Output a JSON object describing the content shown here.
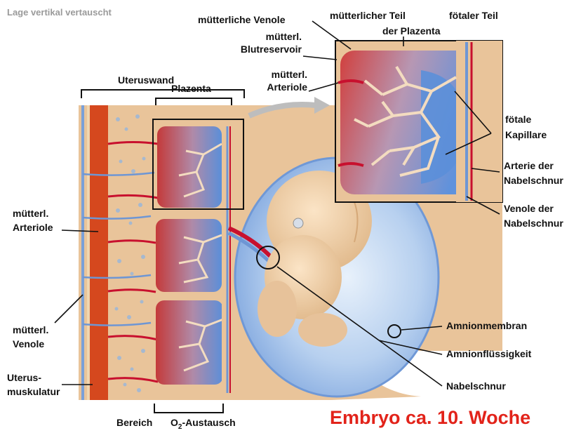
{
  "note": "Lage vertikal vertauscht",
  "title": "Embryo ca. 10. Woche",
  "colors": {
    "maternal_red": "#c8102e",
    "fetal_blue": "#5b8fd9",
    "tissue": "#e9c49a",
    "uterus_muscle": "#d5481e",
    "title_red": "#e2231a"
  },
  "labels": {
    "muetterliche_venole": "mütterliche Venole",
    "muetterl_blutreservoir_1": "mütterl.",
    "muetterl_blutreservoir_2": "Blutreservoir",
    "muetterl_arteriole_top_1": "mütterl.",
    "muetterl_arteriole_top_2": "Arteriole",
    "muetterlicher_teil_1": "mütterlicher Teil",
    "muetterlicher_teil_2": "der Plazenta",
    "foetaler_teil": "fötaler Teil",
    "foetale_kapillare_1": "fötale",
    "foetale_kapillare_2": "Kapillare",
    "arterie_nabelschnur_1": "Arterie der",
    "arterie_nabelschnur_2": "Nabelschnur",
    "venole_nabelschnur_1": "Venole der",
    "venole_nabelschnur_2": "Nabelschnur",
    "uteruswand": "Uteruswand",
    "plazenta": "Plazenta",
    "muetterl_arteriole_left_1": "mütterl.",
    "muetterl_arteriole_left_2": "Arteriole",
    "muetterl_venole_left_1": "mütterl.",
    "muetterl_venole_left_2": "Venole",
    "uterusmuskulatur_1": "Uterus-",
    "uterusmuskulatur_2": "muskulatur",
    "amnionmembran": "Amnionmembran",
    "amnionfluessigkeit": "Amnionflüssigkeit",
    "nabelschnur": "Nabelschnur",
    "bereich": "Bereich",
    "o2_main": "O",
    "o2_sub": "2",
    "o2_rest": "-Austausch"
  }
}
